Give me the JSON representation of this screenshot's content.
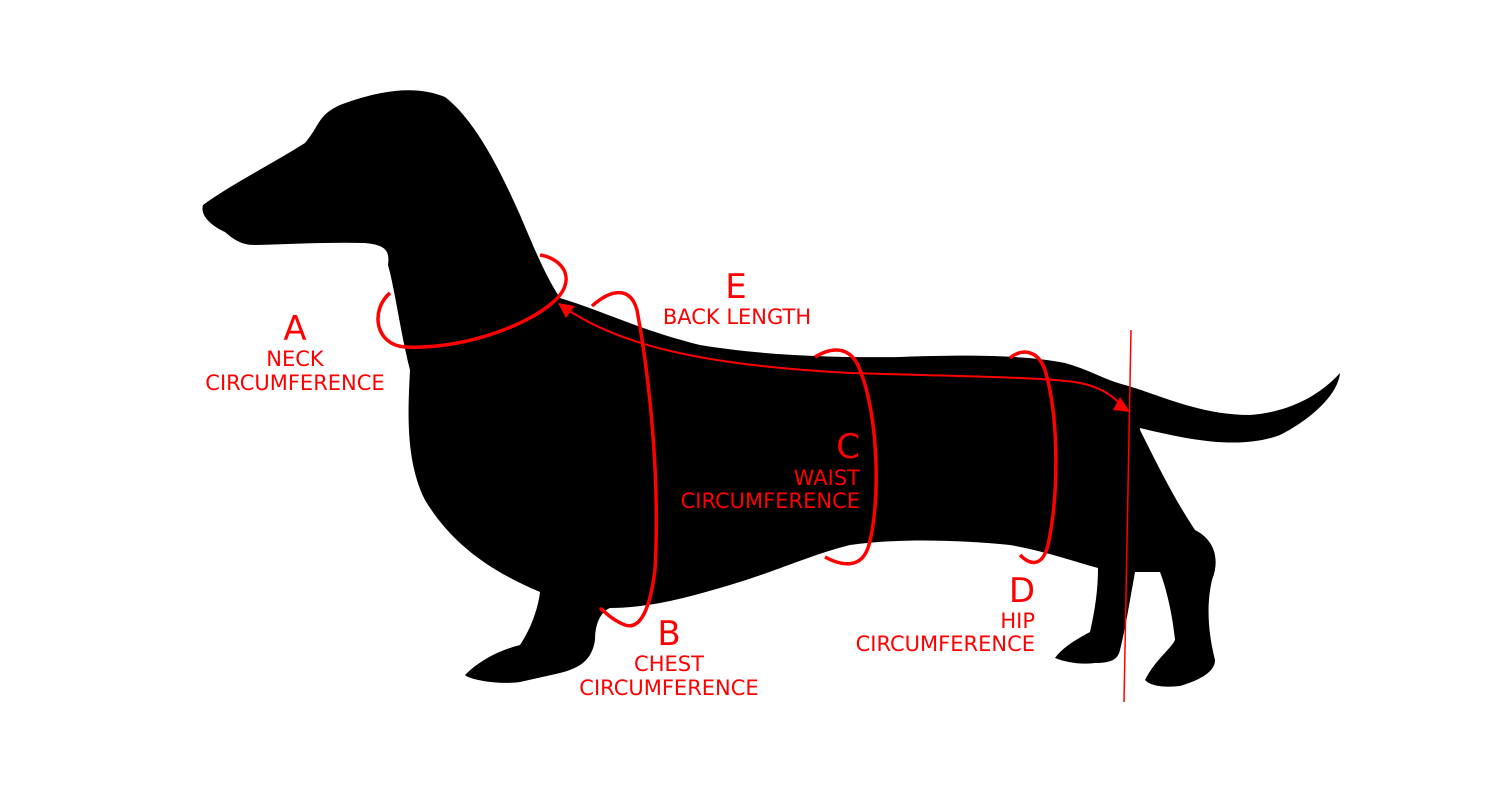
{
  "colors": {
    "silhouette": "#000000",
    "annotation": "#ff0000",
    "background": "#ffffff"
  },
  "measurements": {
    "neck": {
      "letter": "A",
      "line1": "NECK",
      "line2": "CIRCUMFERENCE"
    },
    "chest": {
      "letter": "B",
      "line1": "CHEST",
      "line2": "CIRCUMFERENCE"
    },
    "waist": {
      "letter": "C",
      "line1": "WAIST",
      "line2": "CIRCUMFERENCE"
    },
    "hip": {
      "letter": "D",
      "line1": "HIP",
      "line2": "CIRCUMFERENCE"
    },
    "back": {
      "letter": "E",
      "line1": "BACK LENGTH"
    }
  }
}
